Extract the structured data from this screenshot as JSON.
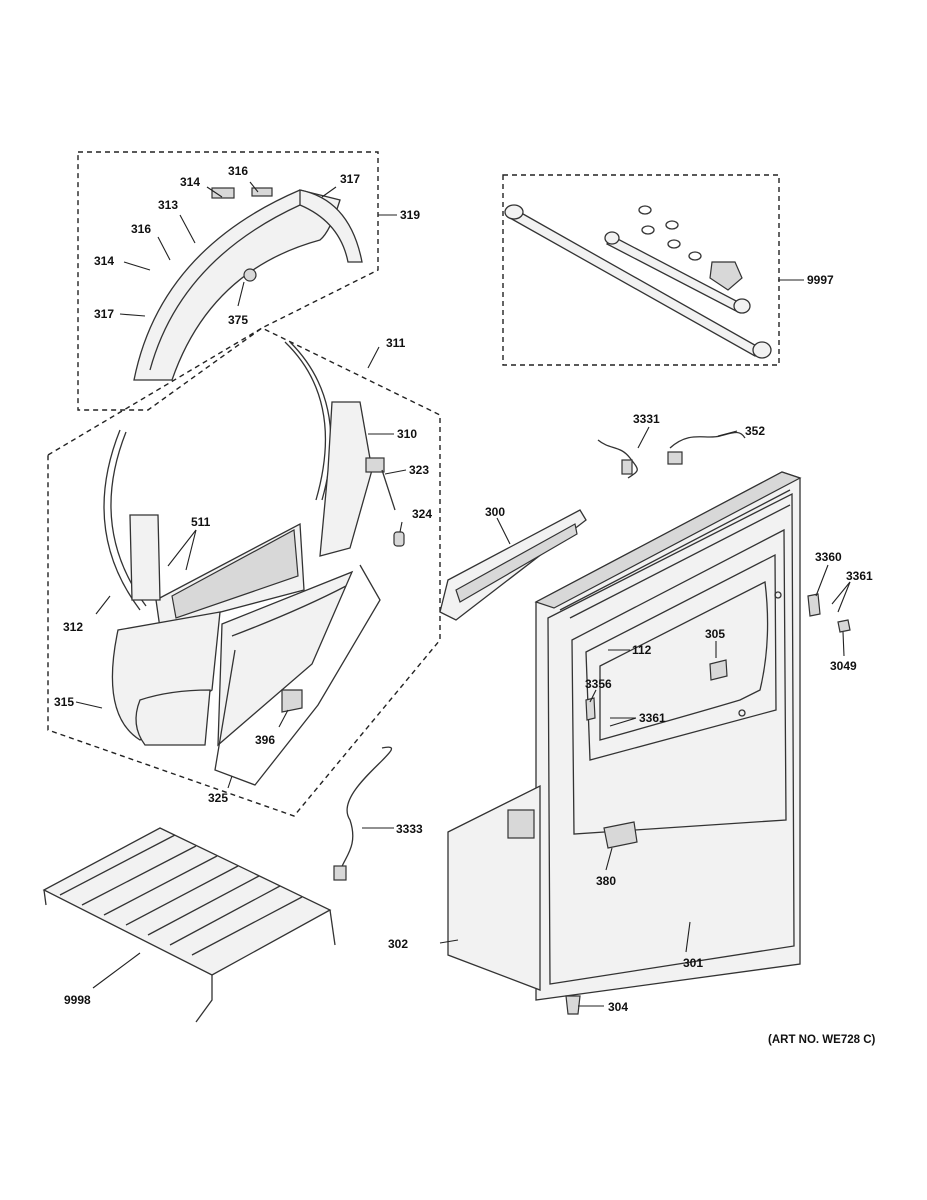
{
  "labels": {
    "p300": "300",
    "p301": "301",
    "p302": "302",
    "p304": "304",
    "p305": "305",
    "p310": "310",
    "p311": "311",
    "p312": "312",
    "p313": "313",
    "p314a": "314",
    "p314b": "314",
    "p315": "315",
    "p316a": "316",
    "p316b": "316",
    "p317a": "317",
    "p317b": "317",
    "p319": "319",
    "p323": "323",
    "p324": "324",
    "p325": "325",
    "p352": "352",
    "p375": "375",
    "p380": "380",
    "p396": "396",
    "p511": "511",
    "p112": "112",
    "p3049": "3049",
    "p3331": "3331",
    "p3333": "3333",
    "p3356": "3356",
    "p3360": "3360",
    "p3361a": "3361",
    "p3361b": "3361",
    "p9997": "9997",
    "p9998": "9998"
  },
  "art_number": "(ART NO. WE728 C)"
}
